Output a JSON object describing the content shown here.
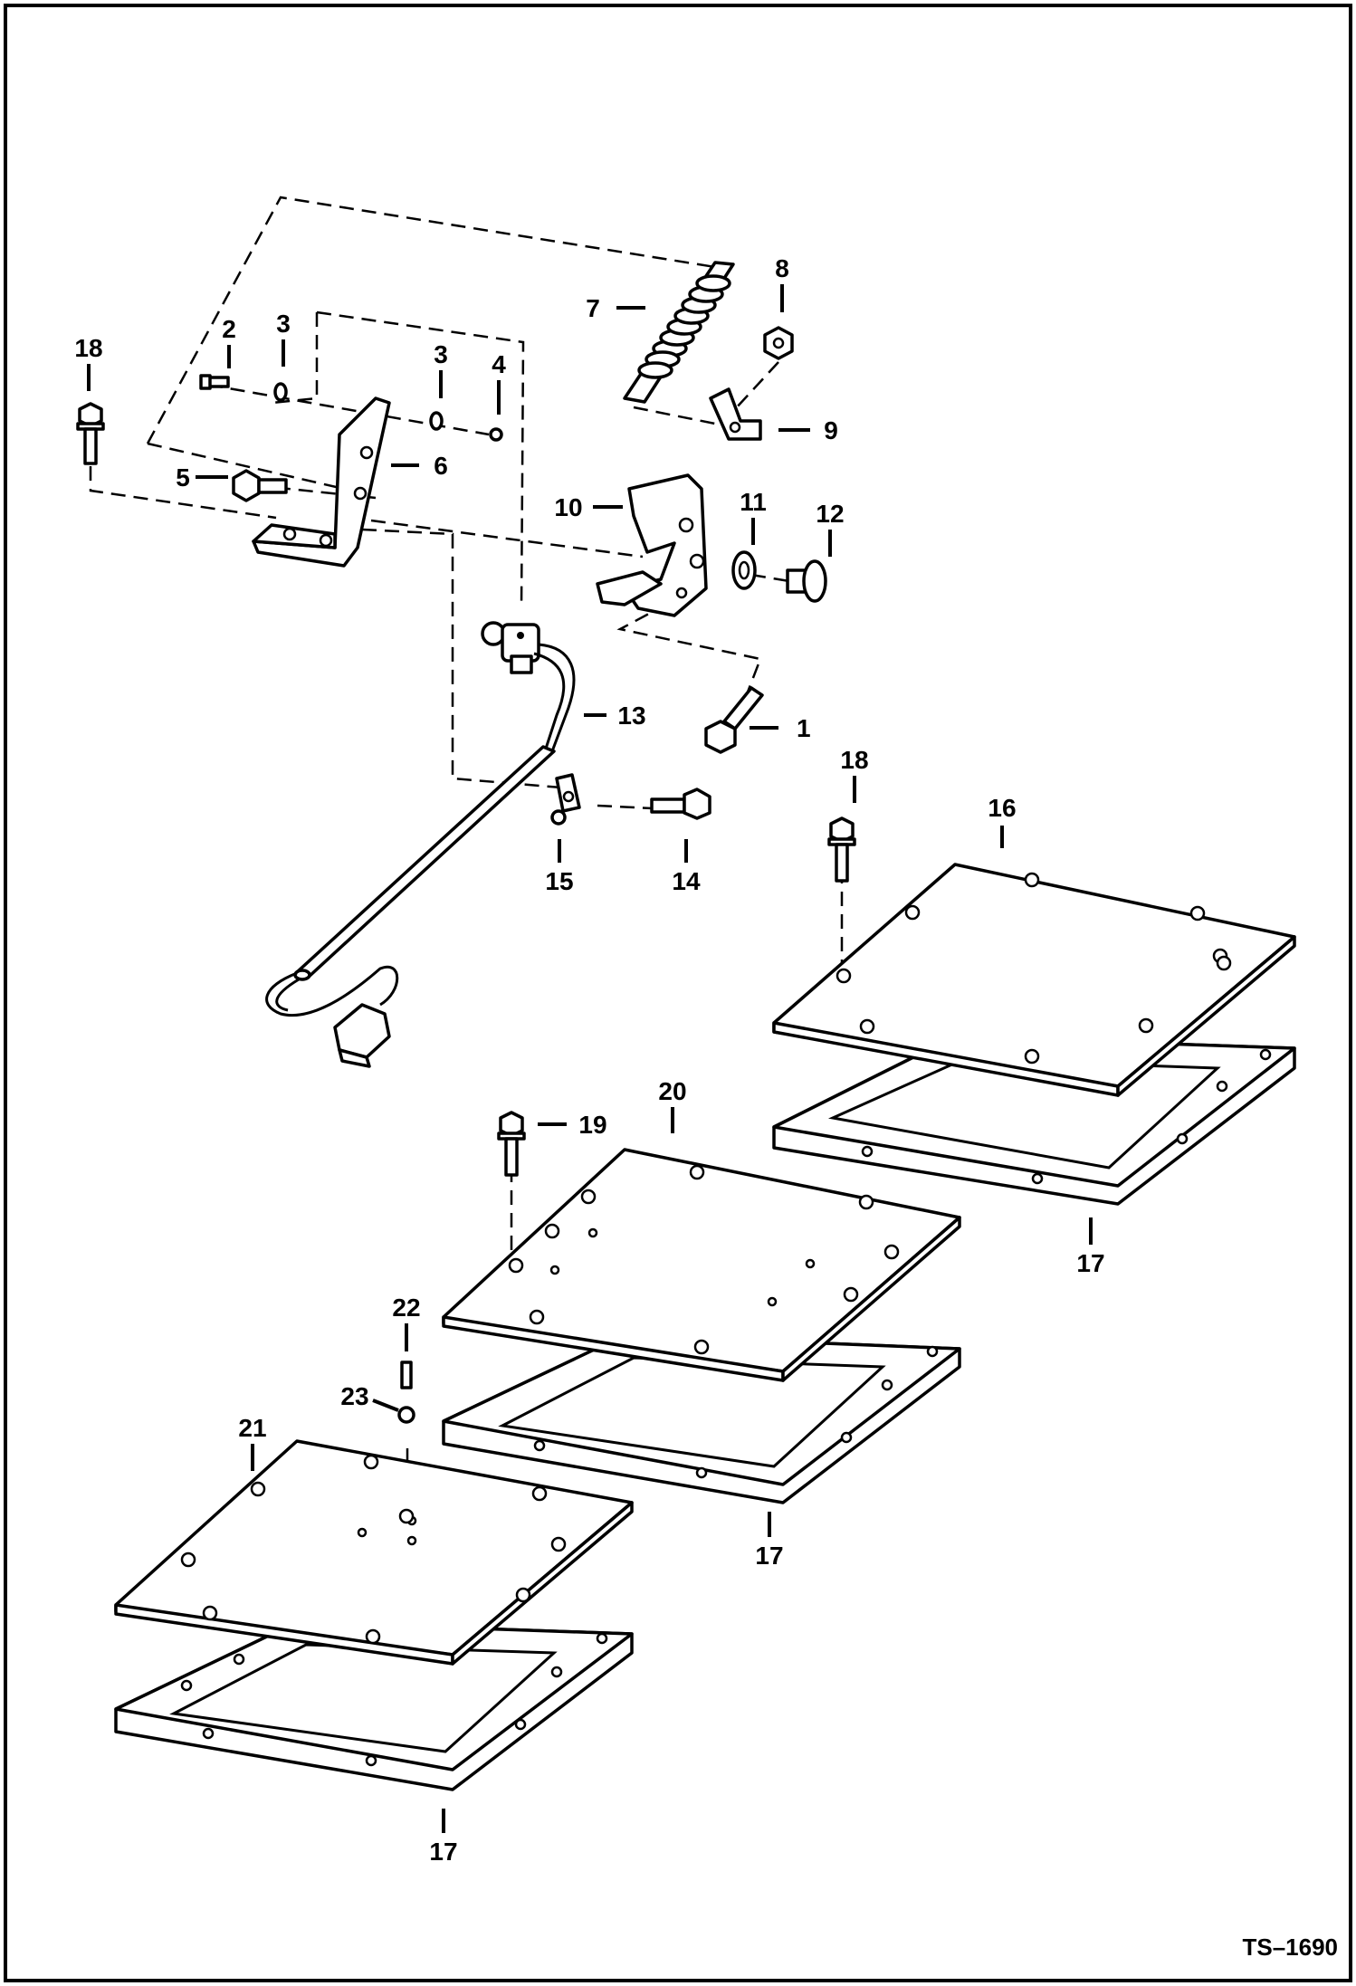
{
  "document_id": "TS–1690",
  "callouts": [
    {
      "id": "c1",
      "text": "1"
    },
    {
      "id": "c2",
      "text": "2"
    },
    {
      "id": "c3a",
      "text": "3"
    },
    {
      "id": "c3b",
      "text": "3"
    },
    {
      "id": "c4",
      "text": "4"
    },
    {
      "id": "c5",
      "text": "5"
    },
    {
      "id": "c6",
      "text": "6"
    },
    {
      "id": "c7",
      "text": "7"
    },
    {
      "id": "c8",
      "text": "8"
    },
    {
      "id": "c9",
      "text": "9"
    },
    {
      "id": "c10",
      "text": "10"
    },
    {
      "id": "c11",
      "text": "11"
    },
    {
      "id": "c12",
      "text": "12"
    },
    {
      "id": "c13",
      "text": "13"
    },
    {
      "id": "c14",
      "text": "14"
    },
    {
      "id": "c15",
      "text": "15"
    },
    {
      "id": "c16",
      "text": "16"
    },
    {
      "id": "c17a",
      "text": "17"
    },
    {
      "id": "c17b",
      "text": "17"
    },
    {
      "id": "c17c",
      "text": "17"
    },
    {
      "id": "c18a",
      "text": "18"
    },
    {
      "id": "c18b",
      "text": "18"
    },
    {
      "id": "c19",
      "text": "19"
    },
    {
      "id": "c20",
      "text": "20"
    },
    {
      "id": "c21",
      "text": "21"
    },
    {
      "id": "c22",
      "text": "22"
    },
    {
      "id": "c23",
      "text": "23"
    }
  ]
}
